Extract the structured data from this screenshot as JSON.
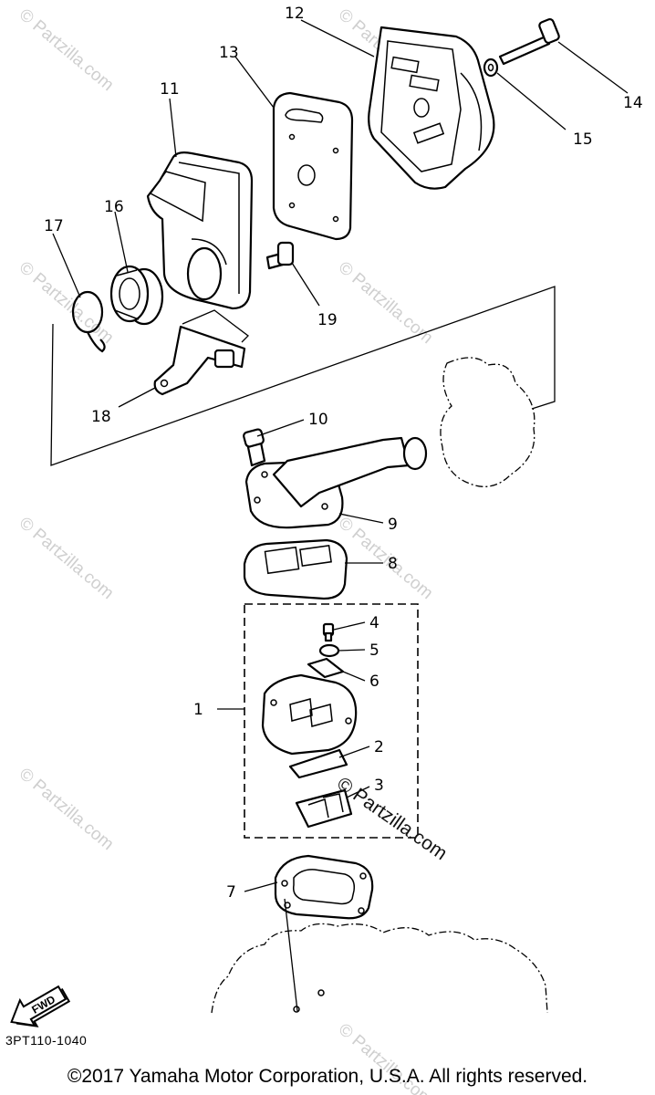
{
  "callouts": [
    {
      "id": "1",
      "label": "1"
    },
    {
      "id": "2",
      "label": "2"
    },
    {
      "id": "3",
      "label": "3"
    },
    {
      "id": "4",
      "label": "4"
    },
    {
      "id": "5",
      "label": "5"
    },
    {
      "id": "6",
      "label": "6"
    },
    {
      "id": "7",
      "label": "7"
    },
    {
      "id": "8",
      "label": "8"
    },
    {
      "id": "9",
      "label": "9"
    },
    {
      "id": "10",
      "label": "10"
    },
    {
      "id": "11",
      "label": "11"
    },
    {
      "id": "12",
      "label": "12"
    },
    {
      "id": "13",
      "label": "13"
    },
    {
      "id": "14",
      "label": "14"
    },
    {
      "id": "15",
      "label": "15"
    },
    {
      "id": "16",
      "label": "16"
    },
    {
      "id": "17",
      "label": "17"
    },
    {
      "id": "18",
      "label": "18"
    },
    {
      "id": "19",
      "label": "19"
    }
  ],
  "fwd_arrow_label": "FWD",
  "watermark_text": "© Partzilla.com",
  "watermark_center_text": "© Partzilla.com",
  "diagram_code": "3PT110-1040",
  "copyright": "©2017 Yamaha Motor Corporation, U.S.A. All rights reserved."
}
